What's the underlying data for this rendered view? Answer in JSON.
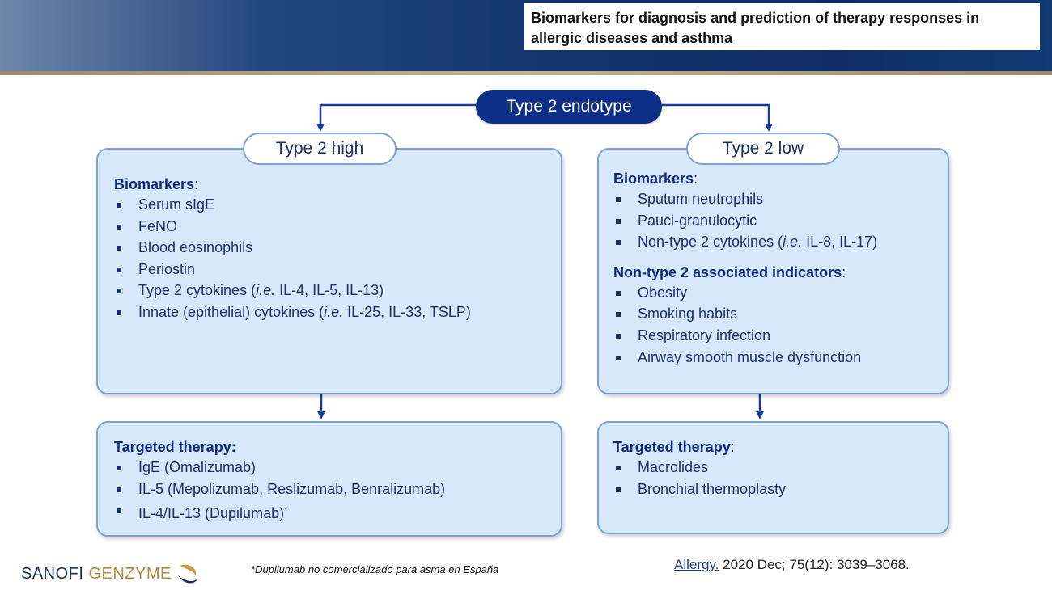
{
  "title": "Biomarkers for diagnosis and prediction of therapy responses in allergic diseases and asthma",
  "root": "Type 2 endotype",
  "left": {
    "label": "Type 2 high",
    "biomarkers_heading": "Biomarkers",
    "biomarkers": [
      {
        "text": "Serum sIgE"
      },
      {
        "text": "FeNO"
      },
      {
        "text": "Blood eosinophils"
      },
      {
        "text": "Periostin"
      },
      {
        "pre": "Type 2 cytokines (",
        "ie": "i.e.",
        "post": " IL-4, IL-5, IL-13)"
      },
      {
        "pre": "Innate (epithelial) cytokines (",
        "ie": "i.e.",
        "post": " IL-25, IL-33, TSLP)"
      }
    ],
    "therapy_heading": "Targeted therapy:",
    "therapy": [
      {
        "text": "IgE (Omalizumab)"
      },
      {
        "text": "IL-5 (Mepolizumab, Reslizumab, Benralizumab)"
      },
      {
        "text": "IL-4/IL-13 (Dupilumab)",
        "sup": "*"
      }
    ]
  },
  "right": {
    "label": "Type 2 low",
    "biomarkers_heading": "Biomarkers",
    "biomarkers": [
      {
        "text": "Sputum neutrophils"
      },
      {
        "text": "Pauci-granulocytic"
      },
      {
        "pre": "Non-type 2 cytokines (",
        "ie": "i.e.",
        "post": " IL-8, IL-17)"
      }
    ],
    "indicators_heading": "Non-type 2 associated indicators",
    "indicators": [
      {
        "text": "Obesity"
      },
      {
        "text": "Smoking habits"
      },
      {
        "text": "Respiratory infection"
      },
      {
        "text": "Airway smooth muscle dysfunction"
      }
    ],
    "therapy_heading": "Targeted therapy",
    "therapy": [
      {
        "text": "Macrolides"
      },
      {
        "text": "Bronchial thermoplasty"
      }
    ]
  },
  "footer": {
    "logo_sanofi": "SANOFI",
    "logo_genzyme": "GENZYME",
    "footnote": "*Dupilumab no comercializado para asma en España",
    "citation_link": "Allergy.",
    "citation_rest": " 2020 Dec; 75(12): 3039–3068."
  },
  "colors": {
    "dark_blue": "#0d2f86",
    "panel_fill": "#d8e8fb",
    "panel_border": "#7aa2d8",
    "genzyme_gold": "#b08a3c"
  }
}
